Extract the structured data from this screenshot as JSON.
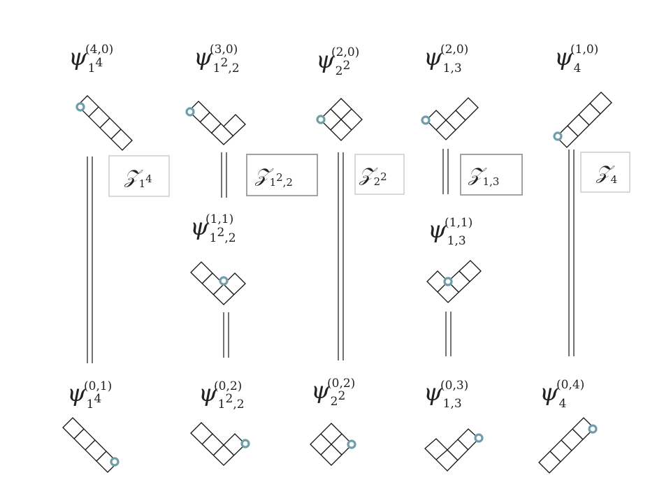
{
  "colors": {
    "marker": "#6e9ea8",
    "marker_fill": "#ffffff",
    "line": "#444444",
    "box_light": "#cccccc",
    "box_dark": "#999999",
    "text": "#222222"
  },
  "columns": [
    {
      "top_label": {
        "sup": "(4,0)",
        "sub_base": "1",
        "sub_exp": "4",
        "sub_rest": ""
      },
      "box": {
        "symbol": "𝒵",
        "sub_base": "1",
        "sub_exp": "4",
        "sub_rest": ""
      },
      "bottom_label": {
        "sup": "(0,1)",
        "sub_base": "1",
        "sub_exp": "4",
        "sub_rest": ""
      }
    },
    {
      "top_label": {
        "sup": "(3,0)",
        "sub_base": "1",
        "sub_exp": "2",
        "sub_rest": ",2"
      },
      "box": {
        "symbol": "𝒵",
        "sub_base": "1",
        "sub_exp": "2",
        "sub_rest": ",2"
      },
      "mid_label": {
        "sup": "(1,1)",
        "sub_base": "1",
        "sub_exp": "2",
        "sub_rest": ",2"
      },
      "bottom_label": {
        "sup": "(0,2)",
        "sub_base": "1",
        "sub_exp": "2",
        "sub_rest": ",2"
      }
    },
    {
      "top_label": {
        "sup": "(2,0)",
        "sub_base": "2",
        "sub_exp": "2",
        "sub_rest": ""
      },
      "box": {
        "symbol": "𝒵",
        "sub_base": "2",
        "sub_exp": "2",
        "sub_rest": ""
      },
      "bottom_label": {
        "sup": "(0,2)",
        "sub_base": "2",
        "sub_exp": "2",
        "sub_rest": ""
      }
    },
    {
      "top_label": {
        "sup": "(2,0)",
        "sub_base": "1,3",
        "sub_exp": "",
        "sub_rest": ""
      },
      "box": {
        "symbol": "𝒵",
        "sub_base": "1,3",
        "sub_exp": "",
        "sub_rest": ""
      },
      "mid_label": {
        "sup": "(1,1)",
        "sub_base": "1,3",
        "sub_exp": "",
        "sub_rest": ""
      },
      "bottom_label": {
        "sup": "(0,3)",
        "sub_base": "1,3",
        "sub_exp": "",
        "sub_rest": ""
      }
    },
    {
      "top_label": {
        "sup": "(1,0)",
        "sub_base": "4",
        "sub_exp": "",
        "sub_rest": ""
      },
      "box": {
        "symbol": "𝒵",
        "sub_base": "4",
        "sub_exp": "",
        "sub_rest": ""
      },
      "bottom_label": {
        "sup": "(0,4)",
        "sub_base": "4",
        "sub_exp": "",
        "sub_rest": ""
      }
    }
  ]
}
